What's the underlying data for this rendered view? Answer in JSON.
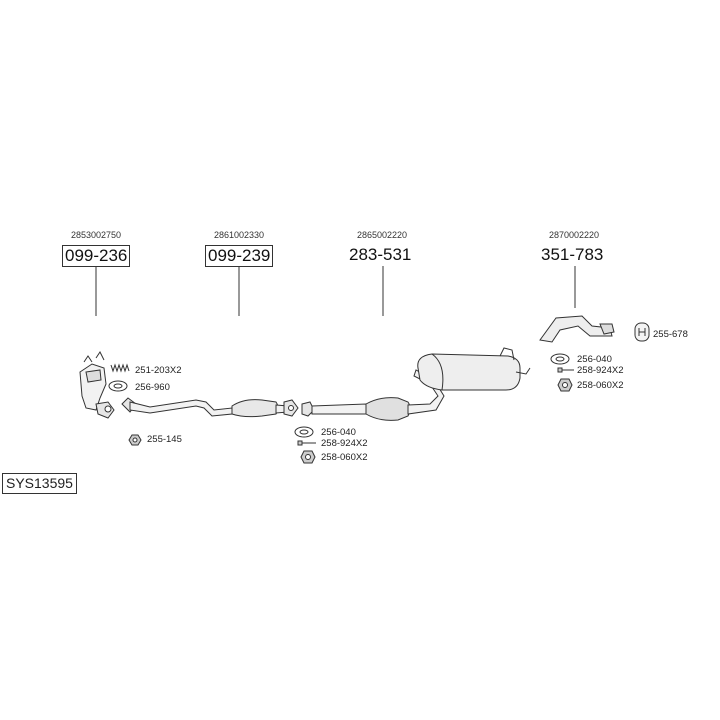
{
  "system_code": "SYS13595",
  "parts": [
    {
      "oe": "2853002750",
      "number": "099-236",
      "boxed": true
    },
    {
      "oe": "2861002330",
      "number": "099-239",
      "boxed": true
    },
    {
      "oe": "2865002220",
      "number": "283-531",
      "boxed": false
    },
    {
      "oe": "2870002220",
      "number": "351-783",
      "boxed": false
    }
  ],
  "fittings": {
    "spring": "251-203X2",
    "gasket_front": "256-960",
    "nut_front": "255-145",
    "gasket_mid": "256-040",
    "bolt_mid": "258-924X2",
    "nut_mid": "258-060X2",
    "gasket_rear": "256-040",
    "bolt_rear": "258-924X2",
    "nut_rear": "258-060X2",
    "hanger_rear": "255-678"
  }
}
